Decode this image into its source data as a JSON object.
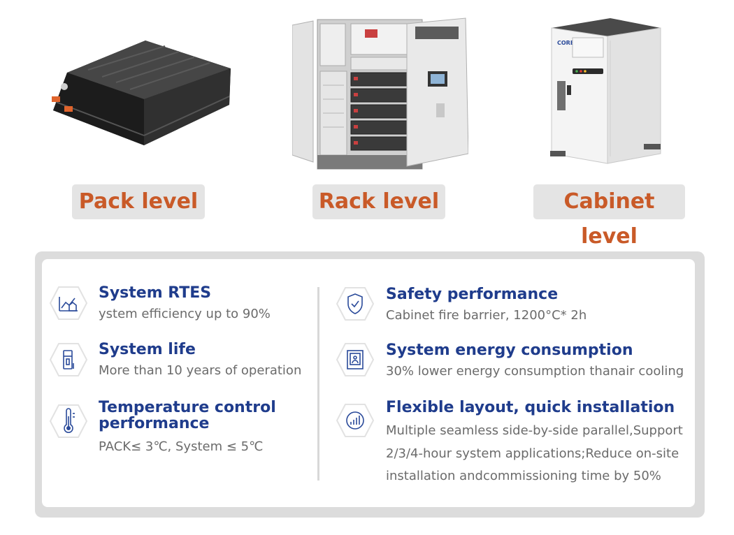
{
  "levels": {
    "pack": "Pack level",
    "rack": "Rack level",
    "cabinet": "Cabinet level"
  },
  "cabinet_brand": "COREY",
  "features": {
    "rtes": {
      "title": "System RTES",
      "desc": "ystem efficiency up to 90%"
    },
    "life": {
      "title": "System life",
      "desc": "More than 10 years of operation"
    },
    "temp": {
      "title_line1": "Temperature control",
      "title_line2": "performance",
      "desc": "PACK≤ 3℃, System ≤ 5℃"
    },
    "safety": {
      "title": "Safety performance",
      "desc": "Cabinet fire barrier, 1200°C* 2h"
    },
    "energy": {
      "title": "System energy consumption",
      "desc": "30% lower energy consumption thanair cooling"
    },
    "layout": {
      "title": "Flexible layout, quick installation",
      "desc_line1": "Multiple seamless side-by-side parallel,Support",
      "desc_line2": "2/3/4-hour system applications;Reduce on-site",
      "desc_line3": "installation andcommissioning time by 50%"
    }
  },
  "colors": {
    "label_text": "#c95a28",
    "title_blue": "#1f3c8c",
    "desc_gray": "#6b6b6b",
    "icon_blue": "#2a4a9a"
  }
}
